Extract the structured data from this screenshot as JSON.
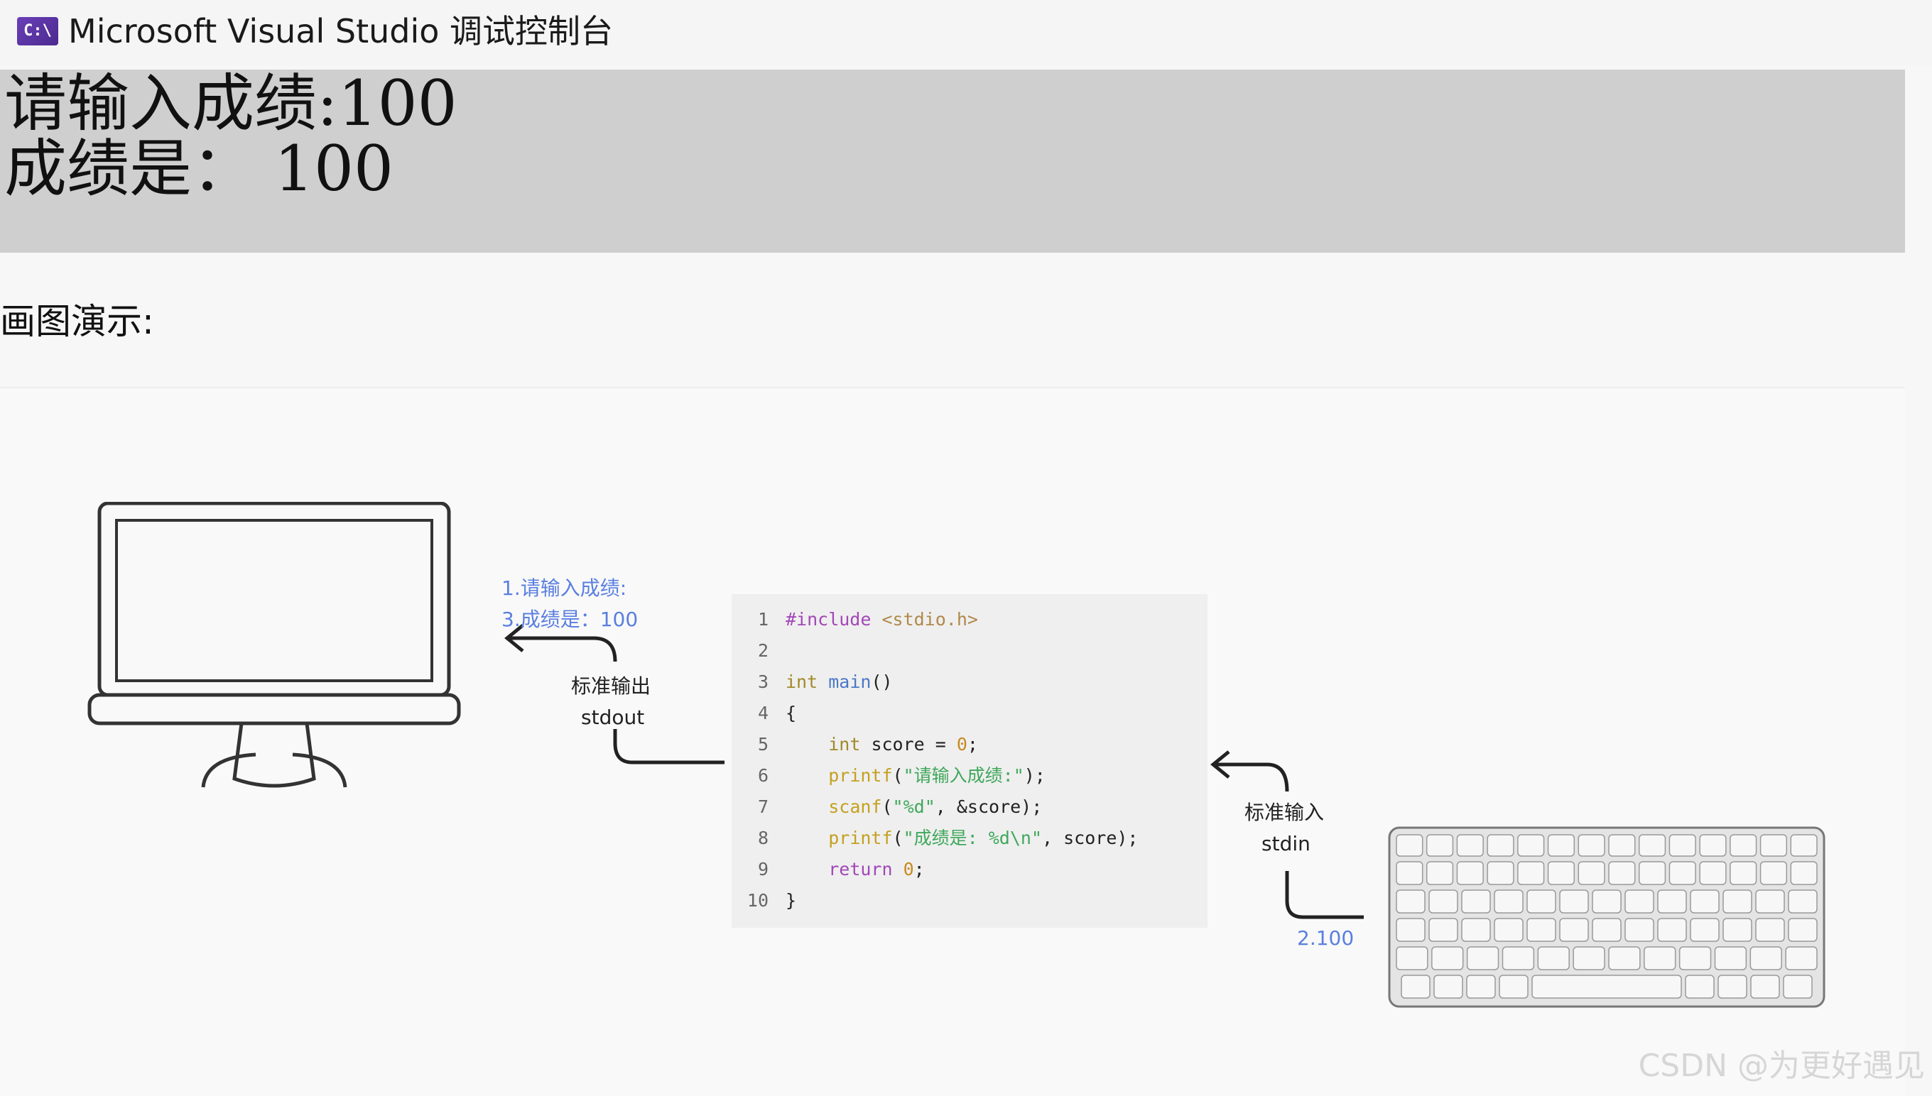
{
  "window": {
    "icon_text": "C:\\",
    "title": "Microsoft Visual Studio 调试控制台"
  },
  "console": {
    "lines": [
      "请输入成绩:100",
      "成绩是： 100"
    ]
  },
  "section": {
    "heading": "画图演示:"
  },
  "diagram": {
    "output_step_1": "1.请输入成绩:",
    "output_step_3": "3.成绩是：100",
    "stdout_cn": "标准输出",
    "stdout": "stdout",
    "stdin_cn": "标准输入",
    "stdin": "stdin",
    "input_step_2": "2.100",
    "code": [
      {
        "n": "1",
        "parts": [
          [
            "kw-pre",
            "#include "
          ],
          [
            "kw-inc",
            "<stdio.h>"
          ]
        ]
      },
      {
        "n": "2",
        "parts": []
      },
      {
        "n": "3",
        "parts": [
          [
            "kw-type",
            "int "
          ],
          [
            "kw-fn",
            "main"
          ],
          [
            "plain",
            "()"
          ]
        ]
      },
      {
        "n": "4",
        "parts": [
          [
            "plain",
            "{"
          ]
        ]
      },
      {
        "n": "5",
        "parts": [
          [
            "plain",
            "    "
          ],
          [
            "kw-type",
            "int "
          ],
          [
            "plain",
            "score = "
          ],
          [
            "kw-num",
            "0"
          ],
          [
            "plain",
            ";"
          ]
        ]
      },
      {
        "n": "6",
        "parts": [
          [
            "plain",
            "    "
          ],
          [
            "kw-fn2",
            "printf"
          ],
          [
            "plain",
            "("
          ],
          [
            "kw-str",
            "\"请输入成绩:\""
          ],
          [
            "plain",
            ");"
          ]
        ]
      },
      {
        "n": "7",
        "parts": [
          [
            "plain",
            "    "
          ],
          [
            "kw-fn2",
            "scanf"
          ],
          [
            "plain",
            "("
          ],
          [
            "kw-str",
            "\"%d\""
          ],
          [
            "plain",
            ", &score);"
          ]
        ]
      },
      {
        "n": "8",
        "parts": [
          [
            "plain",
            "    "
          ],
          [
            "kw-fn2",
            "printf"
          ],
          [
            "plain",
            "("
          ],
          [
            "kw-str",
            "\"成绩是: %d\\n\""
          ],
          [
            "plain",
            ", score);"
          ]
        ]
      },
      {
        "n": "9",
        "parts": [
          [
            "plain",
            "    "
          ],
          [
            "kw-ret",
            "return "
          ],
          [
            "kw-num",
            "0"
          ],
          [
            "plain",
            ";"
          ]
        ]
      },
      {
        "n": "10",
        "parts": [
          [
            "plain",
            "}"
          ]
        ]
      }
    ]
  },
  "watermark": "CSDN @为更好遇见",
  "colors": {
    "console_bg": "#cfcfcf",
    "accent_blue": "#5a7fe0",
    "icon_purple": "#6a3fb8"
  }
}
